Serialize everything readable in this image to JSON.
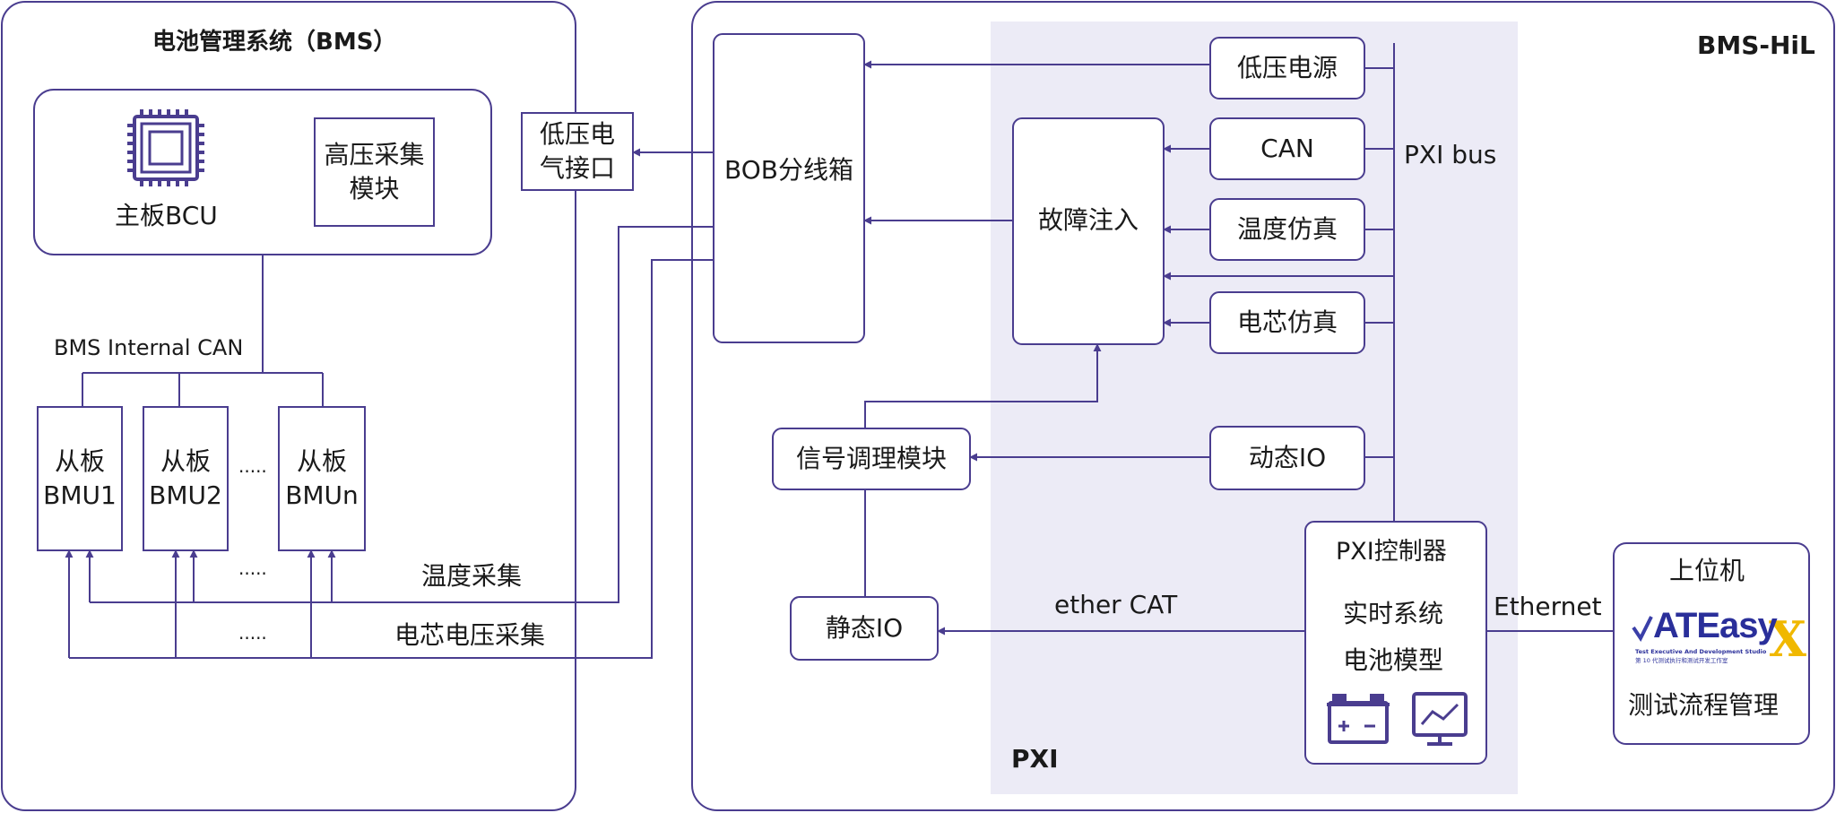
{
  "colors": {
    "line": "#4a3d8f",
    "pxi_bg": "#ecebf6",
    "text": "#1a1a1a"
  },
  "bms": {
    "title": "电池管理系统（BMS）",
    "bcu_label": "主板BCU",
    "hv_module": [
      "高压采集",
      "模块"
    ],
    "internal_can": "BMS Internal CAN",
    "bmu": [
      [
        "从板",
        "BMU1"
      ],
      [
        "从板",
        "BMU2"
      ],
      [
        "从板",
        "BMUn"
      ]
    ],
    "ellipsis": "·····",
    "temp_acq": "温度采集",
    "cell_volt_acq": "电芯电压采集",
    "icons": [
      "chip-icon"
    ]
  },
  "lv_interface": [
    "低压电",
    "气接口"
  ],
  "hil": {
    "title": "BMS-HiL",
    "bob": "BOB分线箱",
    "pxi_label": "PXI",
    "pxi_bus": "PXI bus",
    "lv_power": "低压电源",
    "can": "CAN",
    "temp_sim": "温度仿真",
    "cell_sim": "电芯仿真",
    "fault_inject": "故障注入",
    "dynamic_io": "动态IO",
    "signal_cond": "信号调理模块",
    "static_io": "静态IO",
    "ethercat": "ether CAT",
    "controller": {
      "title": "PXI控制器",
      "line1": "实时系统",
      "line2": "电池模型"
    },
    "icons": [
      "battery-icon",
      "monitor-chart-icon"
    ]
  },
  "ethernet": "Ethernet",
  "host": {
    "title": "上位机",
    "logo_text": "ATEasy",
    "logo_sub1": "Test Executive And Development Studio",
    "logo_sub2": "第 10 代测试执行和测试开发工作室",
    "mgmt": "测试流程管理"
  }
}
